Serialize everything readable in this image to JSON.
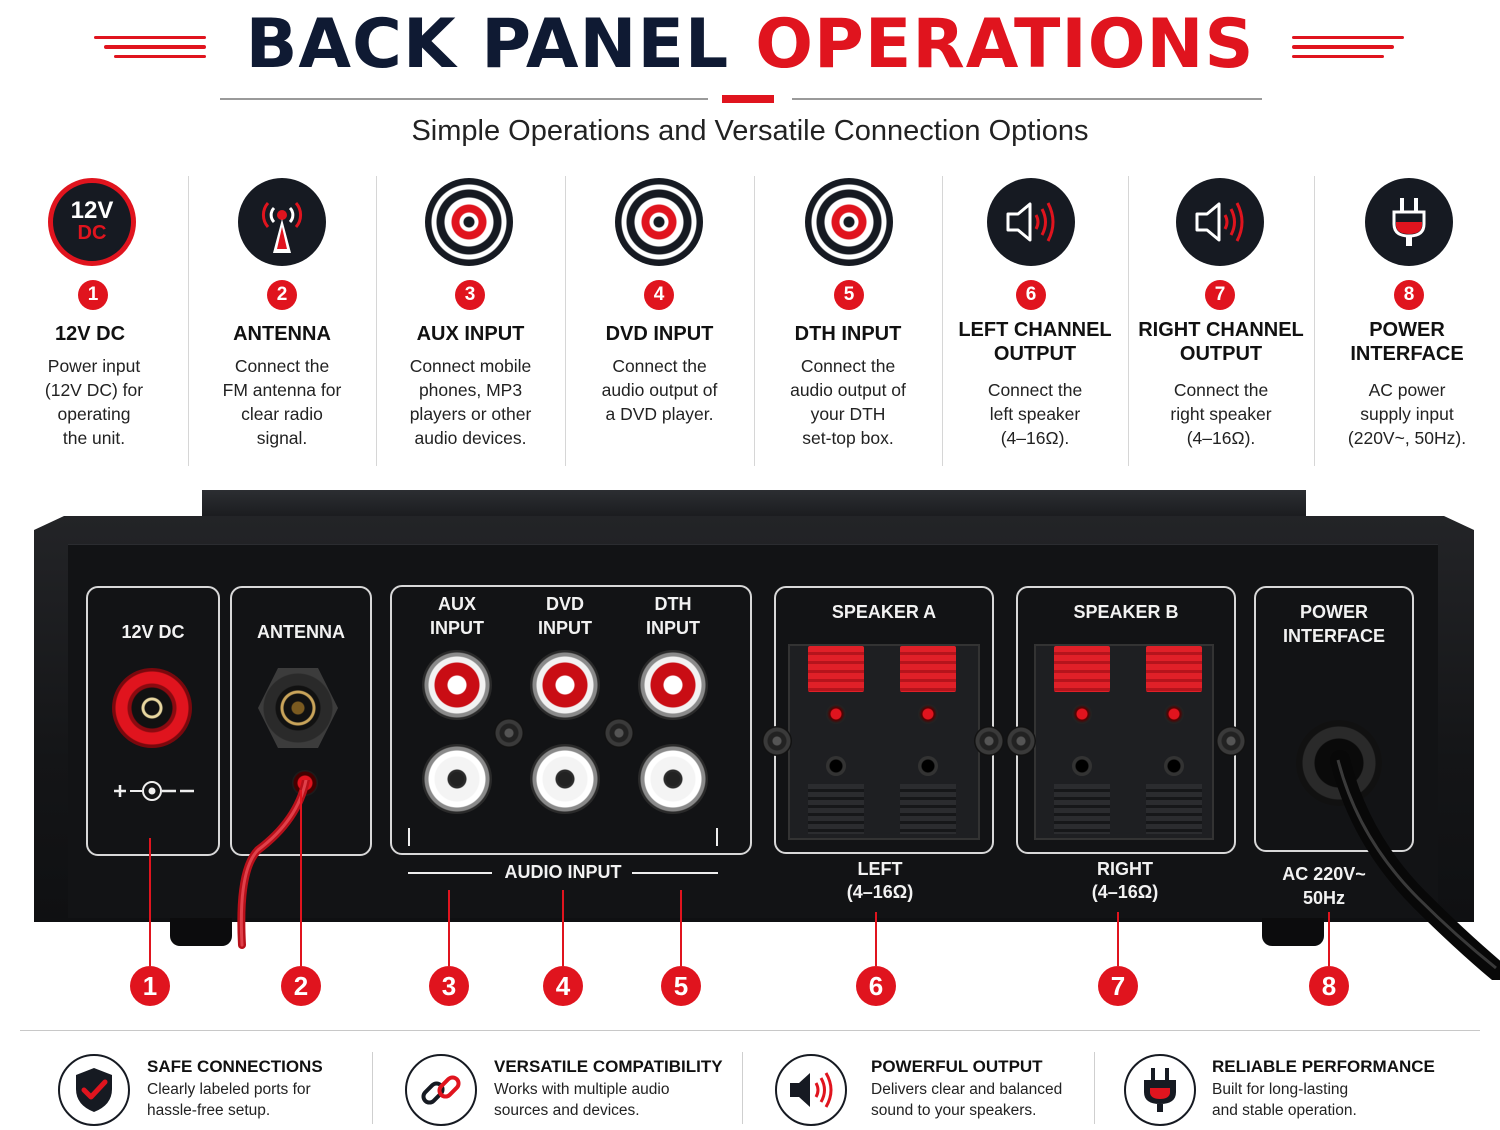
{
  "header": {
    "title_part1": "BACK PANEL",
    "title_part2": "OPERATIONS",
    "subtitle": "Simple Operations and Versatile Connection Options",
    "accent_color": "#e0141e",
    "navy_color": "#0f1a33"
  },
  "features": [
    {
      "num": "1",
      "icon": "12v-dc-icon",
      "icon_text1": "12V",
      "icon_text2": "DC",
      "title1": "12V DC",
      "title2": "",
      "desc": [
        "Power input",
        "(12V DC) for",
        "operating",
        "the unit."
      ]
    },
    {
      "num": "2",
      "icon": "antenna-icon",
      "title1": "ANTENNA",
      "title2": "",
      "desc": [
        "Connect the",
        "FM antenna for",
        "clear radio",
        "signal."
      ]
    },
    {
      "num": "3",
      "icon": "rca-jack-icon",
      "title1": "AUX INPUT",
      "title2": "",
      "desc": [
        "Connect mobile",
        "phones, MP3",
        "players or other",
        "audio devices."
      ]
    },
    {
      "num": "4",
      "icon": "rca-jack-icon",
      "title1": "DVD INPUT",
      "title2": "",
      "desc": [
        "Connect the",
        "audio output of",
        "a DVD player."
      ]
    },
    {
      "num": "5",
      "icon": "rca-jack-icon",
      "title1": "DTH INPUT",
      "title2": "",
      "desc": [
        "Connect the",
        "audio output of",
        "your DTH",
        "set-top box."
      ]
    },
    {
      "num": "6",
      "icon": "speaker-icon",
      "title1": "LEFT CHANNEL",
      "title2": "OUTPUT",
      "desc": [
        "Connect the",
        "left speaker",
        "(4–16Ω)."
      ]
    },
    {
      "num": "7",
      "icon": "speaker-icon",
      "title1": "RIGHT CHANNEL",
      "title2": "OUTPUT",
      "desc": [
        "Connect the",
        "right speaker",
        "(4–16Ω)."
      ]
    },
    {
      "num": "8",
      "icon": "power-plug-icon",
      "title1": "POWER",
      "title2": "INTERFACE",
      "desc": [
        "AC power",
        "supply input",
        "(220V~, 50Hz)."
      ]
    }
  ],
  "panel": {
    "dc_label": "12V DC",
    "dc_polarity": "+-◉-−",
    "antenna_label": "ANTENNA",
    "aux_label": [
      "AUX",
      "INPUT"
    ],
    "dvd_label": [
      "DVD",
      "INPUT"
    ],
    "dth_label": [
      "DTH",
      "INPUT"
    ],
    "audio_input_label": "AUDIO INPUT",
    "speaker_a_label": "SPEAKER A",
    "speaker_b_label": "SPEAKER B",
    "left_label": "LEFT",
    "left_imp": "(4–16Ω)",
    "right_label": "RIGHT",
    "right_imp": "(4–16Ω)",
    "power_label": [
      "POWER",
      "INTERFACE"
    ],
    "ac_label": "AC 220V~",
    "hz_label": "50Hz"
  },
  "callouts": [
    "1",
    "2",
    "3",
    "4",
    "5",
    "6",
    "7",
    "8"
  ],
  "benefits": [
    {
      "icon": "shield-check-icon",
      "title": "SAFE CONNECTIONS",
      "desc": [
        "Clearly labeled ports for",
        "hassle-free setup."
      ]
    },
    {
      "icon": "link-icon",
      "title": "VERSATILE COMPATIBILITY",
      "desc": [
        "Works with multiple audio",
        "sources and devices."
      ]
    },
    {
      "icon": "speaker-icon",
      "title": "POWERFUL OUTPUT",
      "desc": [
        "Delivers clear and balanced",
        "sound to your speakers."
      ]
    },
    {
      "icon": "power-plug-icon",
      "title": "RELIABLE PERFORMANCE",
      "desc": [
        "Built for long-lasting",
        "and stable operation."
      ]
    }
  ]
}
